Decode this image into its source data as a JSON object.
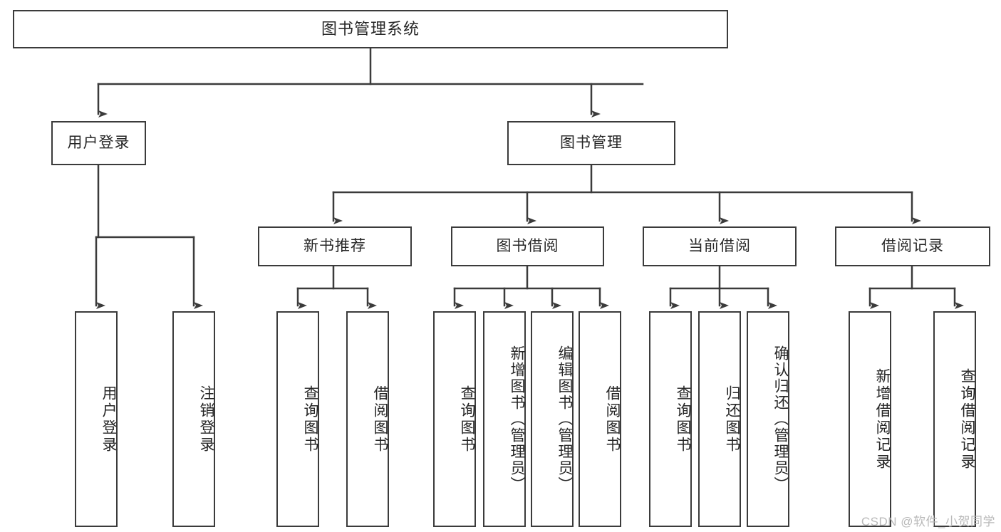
{
  "diagram": {
    "title": "图书管理系统",
    "type": "function-structure-tree",
    "root": {
      "label": "图书管理系统"
    },
    "level2": [
      {
        "label": "用户登录"
      },
      {
        "label": "图书管理"
      }
    ],
    "level3": [
      {
        "label": "新书推荐"
      },
      {
        "label": "图书借阅"
      },
      {
        "label": "当前借阅"
      },
      {
        "label": "借阅记录"
      }
    ],
    "leaves": {
      "user_login": [
        {
          "label": "用户登录"
        },
        {
          "label": "注销登录"
        }
      ],
      "new_book_recommend": [
        {
          "label": "查询图书"
        },
        {
          "label": "借阅图书"
        }
      ],
      "book_borrow": [
        {
          "label": "查询图书"
        },
        {
          "label": "新增图书（管理员）"
        },
        {
          "label": "编辑图书（管理员）"
        },
        {
          "label": "借阅图书"
        }
      ],
      "current_borrow": [
        {
          "label": "查询图书"
        },
        {
          "label": "归还图书"
        },
        {
          "label": "确认归还（管理员）"
        }
      ],
      "borrow_record": [
        {
          "label": "新增借阅记录"
        },
        {
          "label": "查询借阅记录"
        }
      ]
    }
  },
  "watermark": {
    "text": "CSDN @软件_小贺同学"
  },
  "colors": {
    "stroke": "#3b3b3b",
    "text": "#262626",
    "background": "#ffffff",
    "watermark": "#b9b9b9"
  }
}
